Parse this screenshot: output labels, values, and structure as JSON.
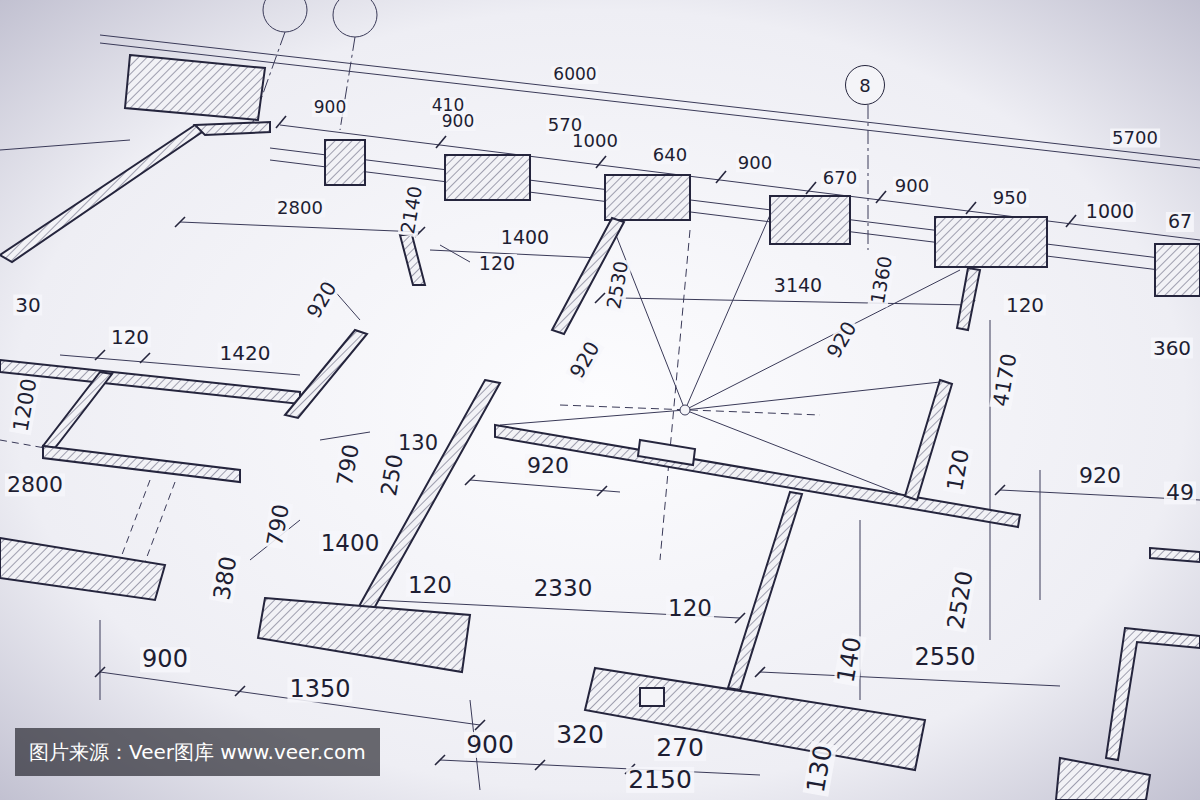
{
  "diagram": {
    "nodes": [
      {
        "text": [
          "8"
        ]
      }
    ],
    "labels": [
      "6000",
      "900",
      "410",
      "900",
      "570",
      "1000",
      "640",
      "900",
      "670",
      "900",
      "950",
      "1000",
      "67",
      "5700",
      "2800",
      "2140",
      "1400",
      "120",
      "2530",
      "3140",
      "1360",
      "120",
      "920",
      "920",
      "920",
      "30",
      "120",
      "1420",
      "360",
      "4170",
      "1200",
      "130",
      "790",
      "250",
      "920",
      "120",
      "920",
      "49",
      "2800",
      "790",
      "1400",
      "380",
      "2330",
      "120",
      "120",
      "2520",
      "900",
      "1350",
      "140",
      "2550",
      "900",
      "320",
      "270",
      "2150",
      "130",
      "图片来源：Veer图库 www.veer.com"
    ]
  }
}
